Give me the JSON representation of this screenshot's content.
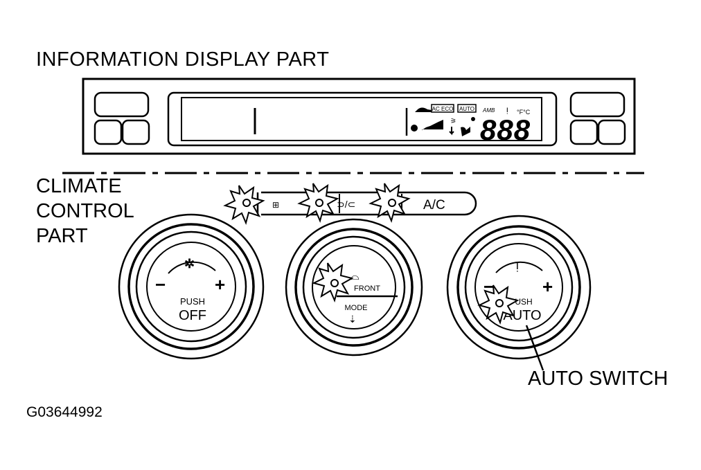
{
  "title": "INFORMATION DISPLAY PART",
  "climate_label": [
    "CLIMATE",
    "CONTROL",
    "PART"
  ],
  "display": {
    "ac_eco": "AC ECO",
    "ambient_tag": "AMB",
    "units": "°F°C",
    "temp_digits": "888",
    "pressed_tag": "AUTO"
  },
  "buttons": {
    "ac_label": "A/C"
  },
  "knobs": {
    "fan": {
      "push_label": "PUSH",
      "off_label": "OFF",
      "minus": "−",
      "plus": "+"
    },
    "mode": {
      "front_label": "FRONT",
      "mode_label": "MODE"
    },
    "temp": {
      "push_label": "PUSH",
      "auto_label": "AUTO",
      "minus": "−",
      "plus": "+"
    }
  },
  "callout": "AUTO SWITCH",
  "figure_code": "G03644992"
}
